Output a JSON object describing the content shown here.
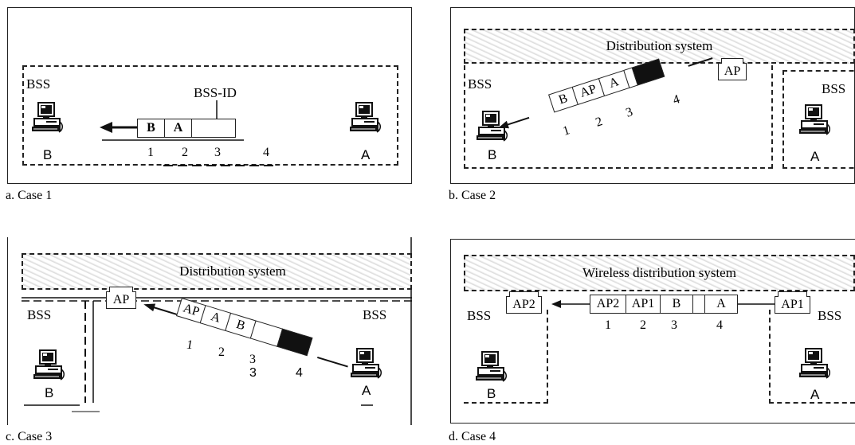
{
  "panels": [
    {
      "caption": "a. Case 1",
      "bss_label": "BSS",
      "bssid_label": "BSS-ID",
      "station_b": "B",
      "station_a": "A",
      "cells": [
        "B",
        "A",
        ""
      ],
      "numbers": [
        "1",
        "2",
        "3",
        "4"
      ]
    },
    {
      "caption": "b. Case 2",
      "ds_label": "Distribution system",
      "ap_label": "AP",
      "bss_left": "BSS",
      "bss_right": "BSS",
      "station_b": "B",
      "station_a": "A",
      "cells": [
        "B",
        "AP",
        "A",
        "",
        ""
      ],
      "numbers": [
        "1",
        "2",
        "3",
        "4"
      ]
    },
    {
      "caption": "c. Case 3",
      "ds_label": "Distribution system",
      "ap_label": "AP",
      "bss_left": "BSS",
      "bss_right": "BSS",
      "station_b": "B",
      "station_a": "A",
      "cells": [
        "AP",
        "A",
        "B",
        "",
        ""
      ],
      "numbers": [
        "1",
        "2",
        "3",
        "4"
      ],
      "extra_number": "3"
    },
    {
      "caption": "d. Case 4",
      "ds_label": "Wireless distribution system",
      "ap2_label": "AP2",
      "ap1_label": "AP1",
      "bss_left": "BSS",
      "bss_right": "BSS",
      "station_b": "B",
      "station_a": "A",
      "cells": [
        "AP2",
        "AP1",
        "B",
        "",
        "A"
      ],
      "numbers": [
        "1",
        "2",
        "3",
        "4"
      ]
    }
  ]
}
